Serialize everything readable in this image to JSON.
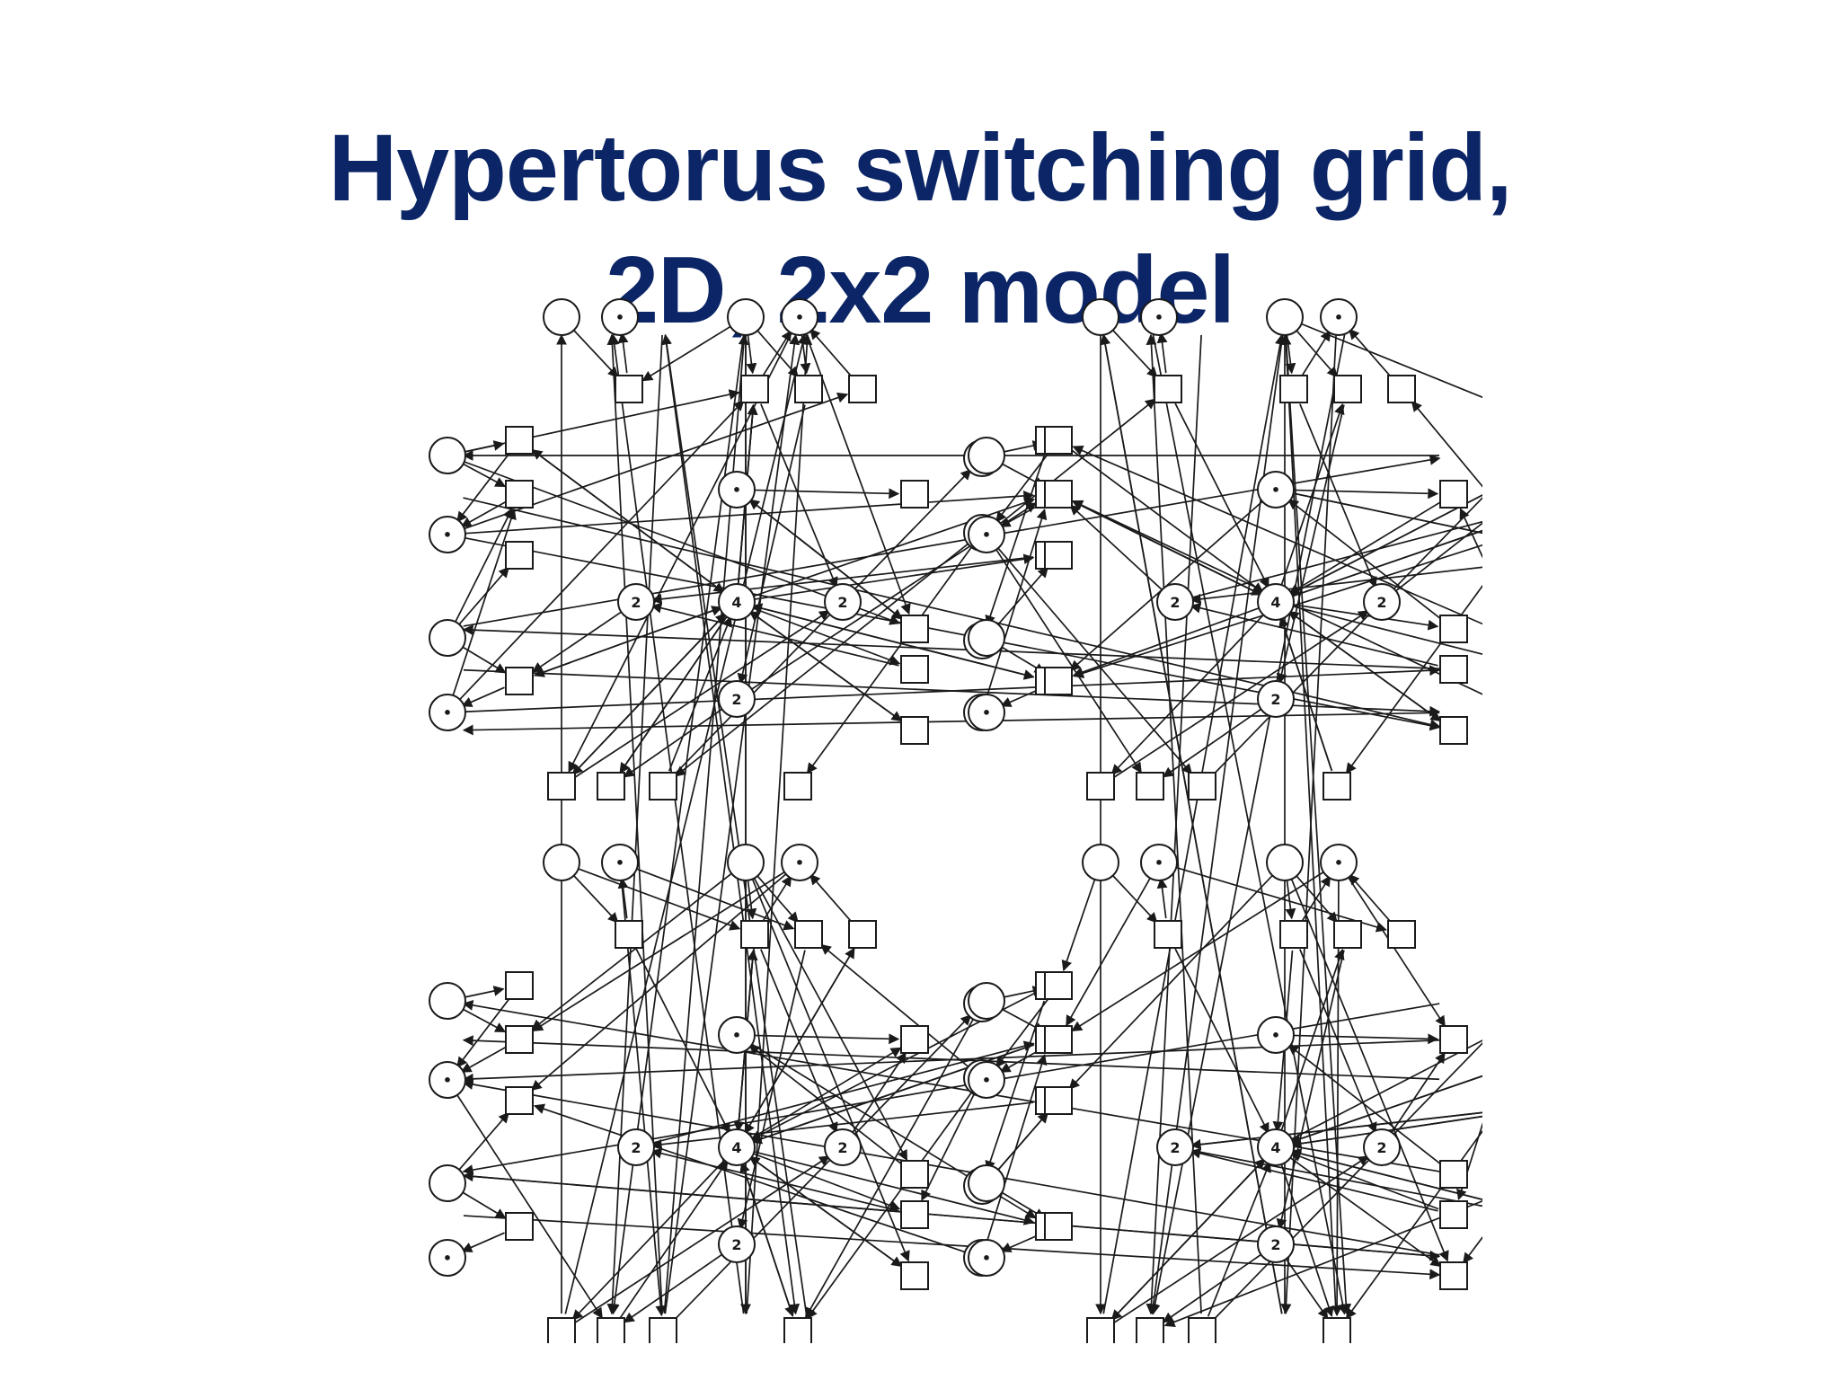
{
  "slide": {
    "title_line1": "Hypertorus switching grid,",
    "title_line2": "2D, 2x2 model"
  },
  "colors": {
    "title": "#0b2566",
    "ink": "#1a1a1a",
    "background": "#ffffff"
  },
  "diagram": {
    "type": "petri-net",
    "modules": 4,
    "module_layout": "2x2",
    "place_weight_labels": [
      "2",
      "4"
    ],
    "marked_token_glyph": "•"
  }
}
